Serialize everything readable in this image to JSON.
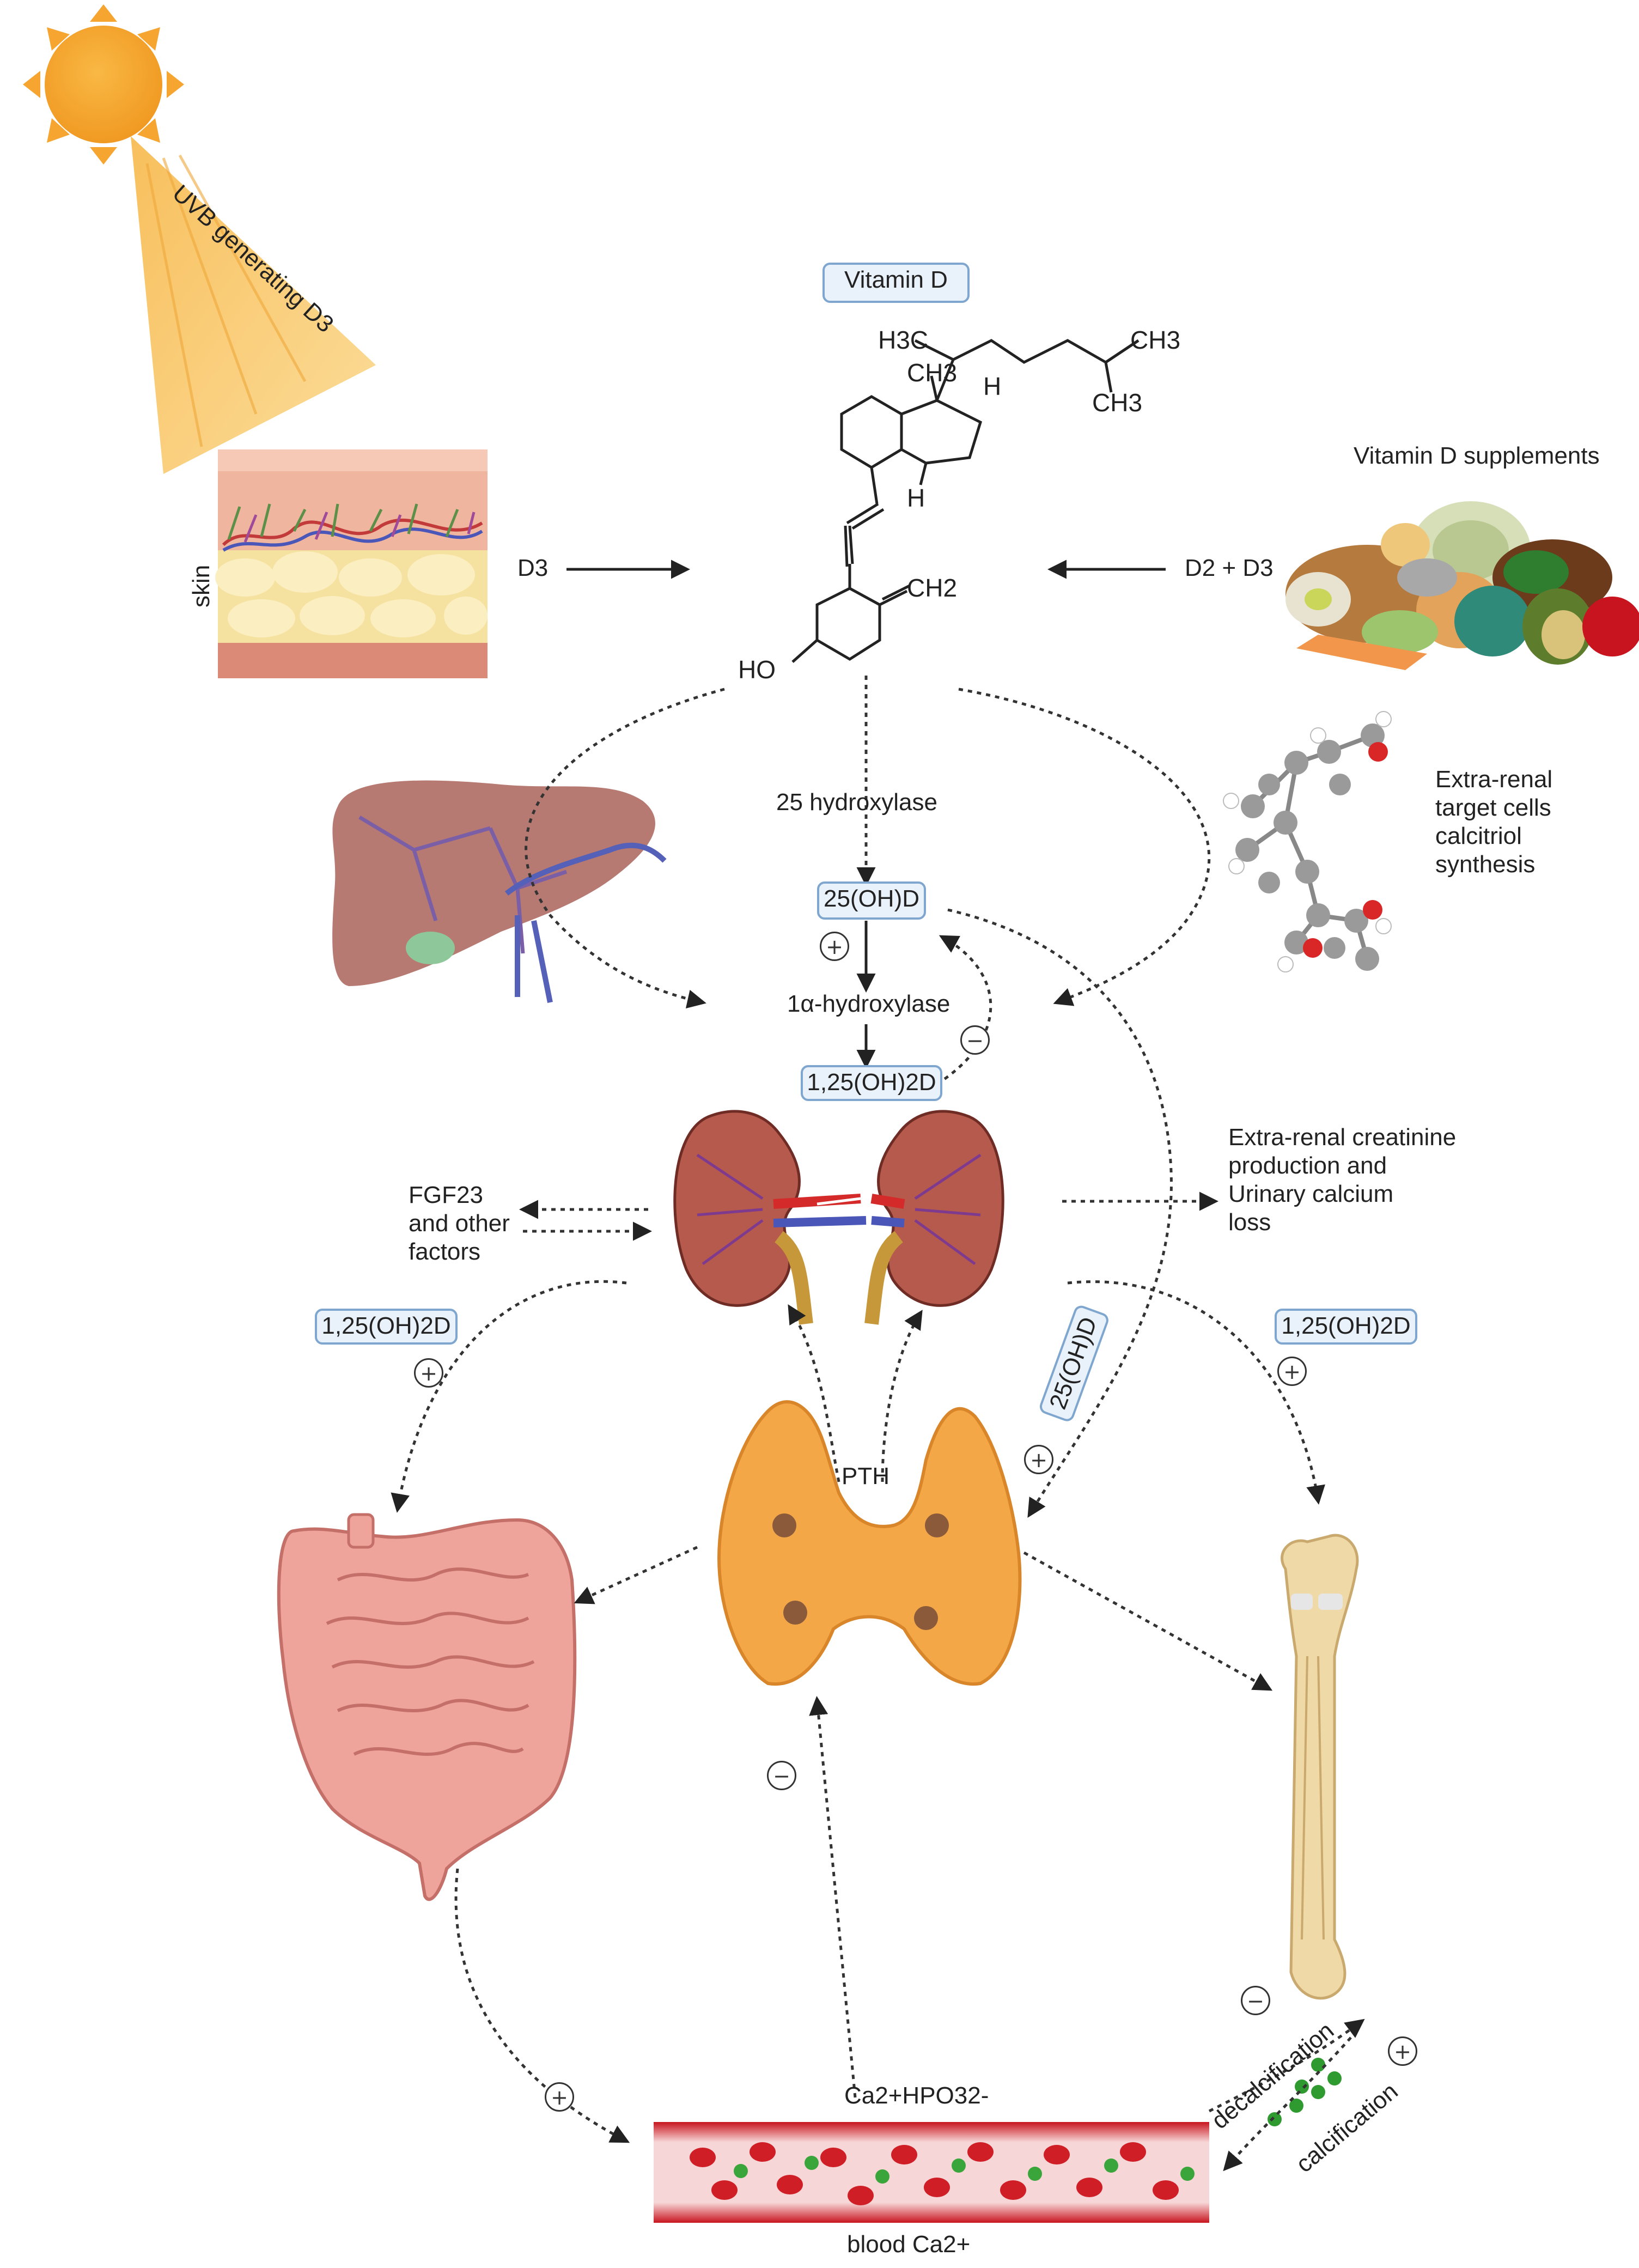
{
  "labels": {
    "uvb": "UVB generating D3",
    "vitamin_d": "Vitamin D",
    "skin": "skin",
    "d3": "D3",
    "d2_d3": "D2 + D3",
    "supplements": "Vitamin D supplements",
    "hydroxylase_25": "25 hydroxylase",
    "calcidiol": "25(OH)D",
    "hydroxylase_1a": "1α-hydroxylase",
    "calcitriol": "1,25(OH)2D",
    "extra_renal_target": [
      "Extra-renal",
      "target cells",
      "calcitriol",
      "synthesis"
    ],
    "fgf23": [
      "FGF23",
      "and other",
      "factors"
    ],
    "extra_renal_creatinine": [
      "Extra-renal creatinine",
      "production and",
      "Urinary calcium",
      "loss"
    ],
    "calcitriol_left": "1,25(OH)2D",
    "calcitriol_right": "1,25(OH)2D",
    "calcidiol_rot": "25(OH)D",
    "pth": "PTH",
    "ca_hpo": "Ca2+HPO32-",
    "blood_ca": "blood Ca2+",
    "decalcification": "decalcification",
    "calcification": "calcification"
  },
  "chemistry": {
    "h3c": "H3C",
    "ch3_top": "CH3",
    "ch3_right_top": "CH3",
    "ch3_right_bottom": "CH3",
    "h_top": "H",
    "h_mid": "H",
    "ch2": "CH2",
    "ho": "HO"
  },
  "signs": {
    "plus": "+",
    "minus": "−"
  },
  "colors": {
    "sun": "#f6a531",
    "uvb_beam": "#f7c66a",
    "liver": "#b77a72",
    "kidney": "#b55a4c",
    "intestine": "#eea39b",
    "thyroid": "#f3a747",
    "bone": "#efd9a7",
    "blood": "#c8141e",
    "box_border": "#7ea6cf"
  }
}
